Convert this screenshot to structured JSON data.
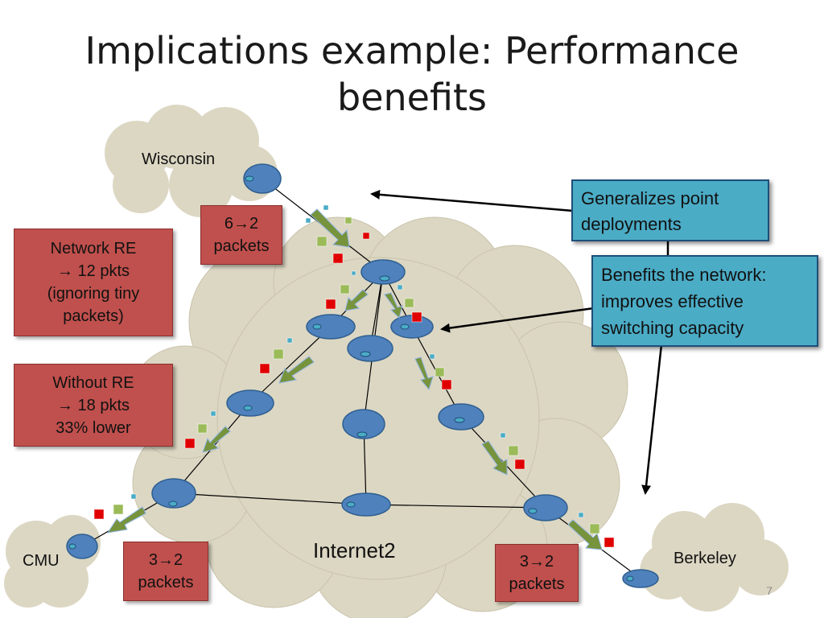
{
  "title_line1": "Implications example: Performance",
  "title_line2": "benefits",
  "clouds": {
    "wisconsin": "Wisconsin",
    "cmu": "CMU",
    "berkeley": "Berkeley",
    "internet2": "Internet2"
  },
  "boxes": {
    "wisc_packets": [
      "6→2",
      "packets"
    ],
    "network_re": [
      "Network RE",
      "→ 12 pkts",
      "(ignoring tiny",
      "packets)"
    ],
    "without_re": [
      "Without RE",
      "→ 18 pkts",
      "33% lower"
    ],
    "cmu_packets": [
      "3→2",
      "packets"
    ],
    "berkeley_packets": [
      "3→2",
      "packets"
    ]
  },
  "callouts": {
    "generalizes": [
      "Generalizes point",
      "deployments"
    ],
    "benefits": [
      "Benefits the network:",
      "improves effective",
      "switching capacity"
    ]
  },
  "slide_number": "7",
  "colors": {
    "cloud_fill": "#dcd7c3",
    "router_fill": "#4f81bd",
    "red_box": "#c0504d",
    "blue_callout": "#4bacc6",
    "arrow_green": "#77933c",
    "packet_green": "#9bbb59",
    "packet_red": "#e00000",
    "packet_blue": "#4f81bd"
  }
}
